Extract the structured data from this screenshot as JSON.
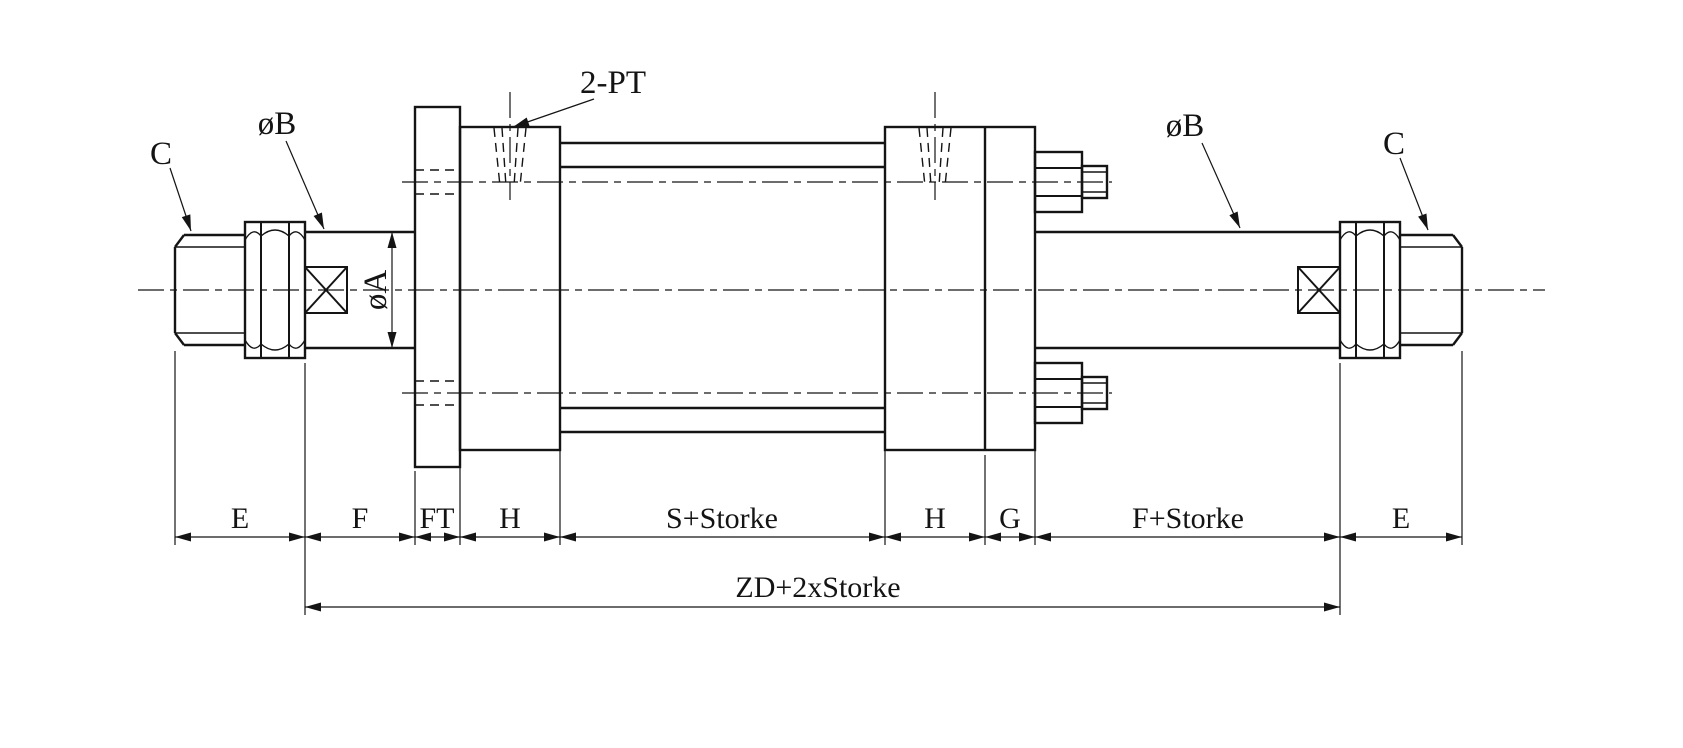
{
  "drawing": {
    "callouts": {
      "left_thread": "C",
      "left_rod_diameter": "øB",
      "port": "2-PT",
      "piston_rod_diameter": "øA",
      "right_rod_diameter": "øB",
      "right_thread": "C"
    },
    "dimension_segments": [
      {
        "label": "E"
      },
      {
        "label": "F"
      },
      {
        "label": "FT"
      },
      {
        "label": "H"
      },
      {
        "label": "S+Storke"
      },
      {
        "label": "H"
      },
      {
        "label": "G"
      },
      {
        "label": "F+Storke"
      },
      {
        "label": "E"
      }
    ],
    "overall_dimension": "ZD+2xStorke",
    "colors": {
      "line": "#141414",
      "background": "#ffffff"
    }
  }
}
